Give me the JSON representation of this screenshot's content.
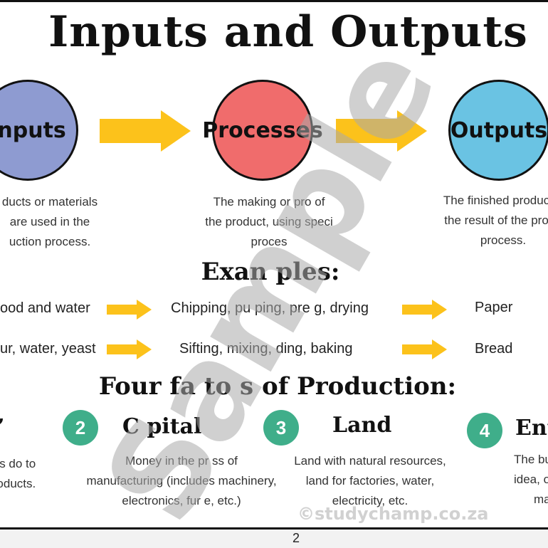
{
  "title": "Inputs and Outputs",
  "stages": [
    {
      "label": "Inputs",
      "color": "#8e9bd1",
      "desc": [
        "ducts or materials",
        "are used in the",
        "uction process."
      ]
    },
    {
      "label": "Processes",
      "color": "#f06c6c",
      "desc": [
        "The making or pro   of",
        "the product, using speci",
        "proces"
      ]
    },
    {
      "label": "Outputs",
      "color": "#6ac3e3",
      "desc": [
        "The finished product b",
        "the result of the produ",
        "process."
      ]
    }
  ],
  "examples_heading": "Exan ples:",
  "examples": [
    {
      "input": "ood and water",
      "process": "Chipping, pu  ping, pre   g, drying",
      "output": "Paper"
    },
    {
      "input": "ur, water, yeast",
      "process": "Sifting, mixing,       ding, baking",
      "output": "Bread"
    }
  ],
  "factors_heading": "Four fa  to  s of Production:",
  "factors": [
    {
      "number": "",
      "name": "",
      "desc": [
        "es do to",
        "roducts."
      ]
    },
    {
      "number": "2",
      "name": "C  pital",
      "desc": [
        "Money       in the pr    ss of",
        "manufacturing (includes      machinery,",
        "electronics, fur     e, etc.)"
      ]
    },
    {
      "number": "3",
      "name": "Land",
      "desc": [
        "Land with natural resources,",
        "land for factories, water,",
        "electricity, etc."
      ]
    },
    {
      "number": "4",
      "name": "Ent",
      "desc": [
        "The bu",
        "idea, o",
        "ma"
      ]
    }
  ],
  "watermark": "Sample",
  "copyright": "©studychamp.co.za",
  "page_number": "2",
  "colors": {
    "arrow": "#fcc21b",
    "factor_badge": "#3fae8a"
  }
}
